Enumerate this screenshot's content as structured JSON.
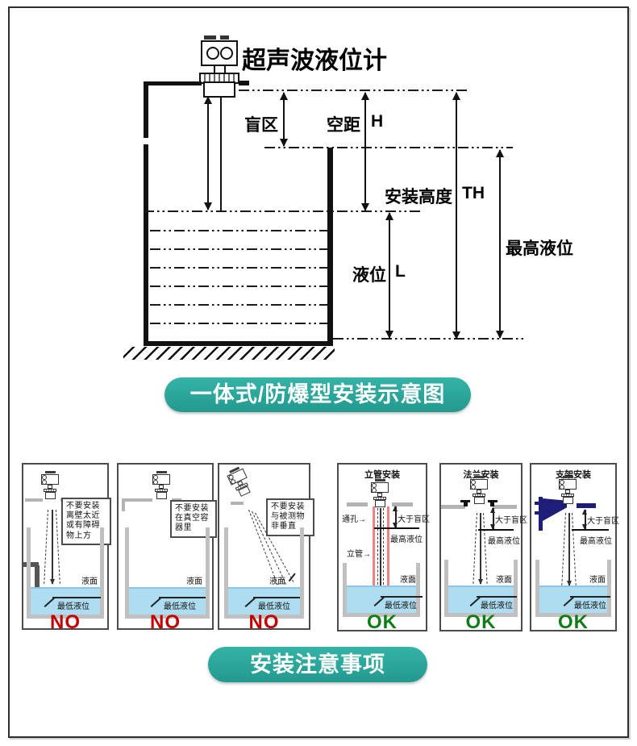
{
  "main": {
    "title": "超声波液位计",
    "blind_zone": "盲区",
    "air_gap": "空距",
    "air_gap_sym": "H",
    "install_height": "安装高度",
    "install_height_sym": "TH",
    "max_level": "最高液位",
    "level": "液位",
    "level_sym": "L"
  },
  "banners": {
    "integrated": "一体式/防爆型安装示意图",
    "notes": "安装注意事项"
  },
  "panels": [
    {
      "verdict": "NO",
      "note_lines": [
        "不要安装",
        "离壁太近",
        "或有障碍",
        "物上方"
      ],
      "surface": "液面",
      "min_level": "最低液位"
    },
    {
      "verdict": "NO",
      "note_lines": [
        "不要安装",
        "在真空容",
        "器里"
      ],
      "surface": "液面",
      "min_level": "最低液位"
    },
    {
      "verdict": "NO",
      "note_lines": [
        "不要安装",
        "与被测物",
        "非垂直"
      ],
      "surface": "液面",
      "min_level": "最低液位"
    },
    {
      "verdict": "OK",
      "title": "立管安装",
      "labels": {
        "through_hole": "通孔→",
        "gt_blind": "大于盲区",
        "max_level": "最高液位",
        "standpipe": "立管→"
      },
      "surface": "液面",
      "min_level": "最低液位"
    },
    {
      "verdict": "OK",
      "title": "法兰安装",
      "labels": {
        "gt_blind": "大于盲区",
        "max_level": "最高液位"
      },
      "surface": "液面",
      "min_level": "最低液位"
    },
    {
      "verdict": "OK",
      "title": "支架安装",
      "labels": {
        "gt_blind": "大于盲区",
        "max_level": "最高液位"
      },
      "surface": "液面",
      "min_level": "最低液位"
    }
  ],
  "colors": {
    "teal": "#2aa89d",
    "no_red": "#c40000",
    "ok_green": "#0e7d15",
    "water_blue": "#aedcf0",
    "pipe_red": "#f28080",
    "bracket_navy": "#1e1e78"
  }
}
